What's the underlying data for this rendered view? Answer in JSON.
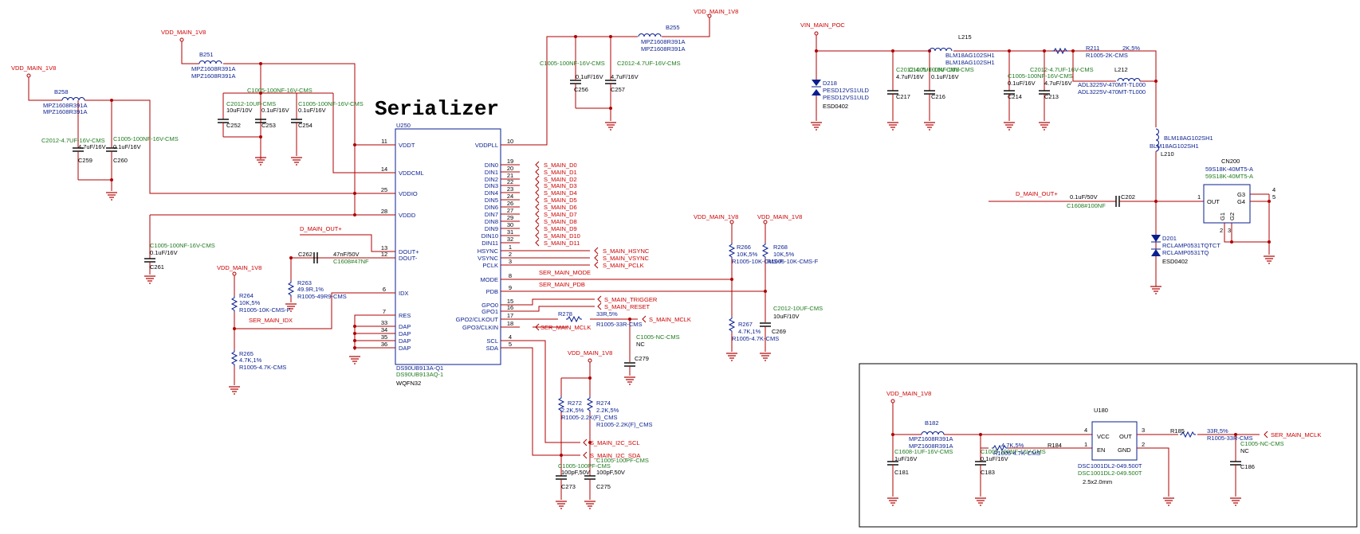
{
  "title": "Serializer",
  "power_nets": {
    "vdd_main_1v8": "VDD_MAIN_1V8",
    "vin_main_poc": "VIN_MAIN_POC"
  },
  "u250": {
    "ref": "U250",
    "part1": "DS90UB913A-Q1",
    "part2": "DS90UB913AQ-1",
    "package": "WQFN32",
    "left_pins": [
      {
        "num": "11",
        "name": "VDDT"
      },
      {
        "num": "14",
        "name": "VDDCML"
      },
      {
        "num": "25",
        "name": "VDDIO"
      },
      {
        "num": "28",
        "name": "VDDD"
      },
      {
        "num": "13",
        "name": "DOUT+"
      },
      {
        "num": "12",
        "name": "DOUT-"
      },
      {
        "num": "6",
        "name": "IDX"
      },
      {
        "num": "7",
        "name": "RES"
      },
      {
        "num": "33",
        "name": "DAP"
      },
      {
        "num": "34",
        "name": "DAP"
      },
      {
        "num": "35",
        "name": "DAP"
      },
      {
        "num": "36",
        "name": "DAP"
      }
    ],
    "right_pins": [
      {
        "num": "10",
        "name": "VDDPLL"
      },
      {
        "num": "19",
        "name": "DIN0"
      },
      {
        "num": "20",
        "name": "DIN1"
      },
      {
        "num": "21",
        "name": "DIN2"
      },
      {
        "num": "22",
        "name": "DIN3"
      },
      {
        "num": "23",
        "name": "DIN4"
      },
      {
        "num": "24",
        "name": "DIN5"
      },
      {
        "num": "26",
        "name": "DIN6"
      },
      {
        "num": "27",
        "name": "DIN7"
      },
      {
        "num": "29",
        "name": "DIN8"
      },
      {
        "num": "30",
        "name": "DIN9"
      },
      {
        "num": "31",
        "name": "DIN10"
      },
      {
        "num": "32",
        "name": "DIN11"
      },
      {
        "num": "1",
        "name": "HSYNC"
      },
      {
        "num": "2",
        "name": "VSYNC"
      },
      {
        "num": "3",
        "name": "PCLK"
      },
      {
        "num": "8",
        "name": "MODE"
      },
      {
        "num": "9",
        "name": "PDB"
      },
      {
        "num": "15",
        "name": "GPO0"
      },
      {
        "num": "16",
        "name": "GPO1"
      },
      {
        "num": "17",
        "name": "GPO2/CLKOUT"
      },
      {
        "num": "18",
        "name": "GPO3/CLKIN"
      },
      {
        "num": "4",
        "name": "SCL"
      },
      {
        "num": "5",
        "name": "SDA"
      }
    ]
  },
  "din_nets": [
    "S_MAIN_D0",
    "S_MAIN_D1",
    "S_MAIN_D2",
    "S_MAIN_D3",
    "S_MAIN_D4",
    "S_MAIN_D5",
    "S_MAIN_D6",
    "S_MAIN_D7",
    "S_MAIN_D8",
    "S_MAIN_D9",
    "S_MAIN_D10",
    "S_MAIN_D11"
  ],
  "ctrl_nets": {
    "hsync": "S_MAIN_HSYNC",
    "vsync": "S_MAIN_VSYNC",
    "pclk": "S_MAIN_PCLK",
    "mode": "SER_MAIN_MODE",
    "pdb": "SER_MAIN_PDB",
    "trigger": "S_MAIN_TRIGGER",
    "reset": "S_MAIN_RESET",
    "mclk_out": "S_MAIN_MCLK",
    "mclk_in": "SER_MAIN_MCLK",
    "scl": "S_MAIN_I2C_SCL",
    "sda": "S_MAIN_I2C_SDA",
    "dout": "D_MAIN_OUT+",
    "idx": "SER_MAIN_IDX",
    "ser_mclk_osc": "SER_MAIN_MCLK"
  },
  "components": {
    "b258": {
      "ref": "B258",
      "p1": "MPZ1608R391A",
      "p2": "MPZ1608R391A"
    },
    "b251": {
      "ref": "B251",
      "p1": "MPZ1608R391A",
      "p2": "MPZ1608R391A"
    },
    "b255": {
      "ref": "B255",
      "p1": "MPZ1608R391A",
      "p2": "MPZ1608R391A"
    },
    "c259": {
      "ref": "C259",
      "p1": "C2012-4.7UF-16V-CMS",
      "p2": "4.7uF/16V"
    },
    "c260": {
      "ref": "C260",
      "p1": "C1005-100NF-16V-CMS",
      "p2": "0.1uF/16V"
    },
    "c252": {
      "ref": "C252",
      "p1": "C2012-10UF-CMS",
      "p2": "10uF/10V"
    },
    "c253": {
      "ref": "C253",
      "p1": "C1005-100NF-16V-CMS",
      "p2": "0.1uF/16V"
    },
    "c254": {
      "ref": "C254",
      "p1": "C1005-100NF-16V-CMS",
      "p2": "0.1uF/16V"
    },
    "c256": {
      "ref": "C256",
      "p1": "C1005-100NF-16V-CMS",
      "p2": "0.1uF/16V"
    },
    "c257": {
      "ref": "C257",
      "p1": "C2012-4.7UF-16V-CMS",
      "p2": "4.7uF/16V"
    },
    "c261": {
      "ref": "C261",
      "p1": "C1005-100NF-16V-CMS",
      "p2": "0.1uF/16V"
    },
    "c262": {
      "ref": "C262",
      "p1": "47nF/50V",
      "p2": "C1608#47NF"
    },
    "r263": {
      "ref": "R263",
      "p1": "49.9R,1%",
      "p2": "R1005-49R9-CMS"
    },
    "r264": {
      "ref": "R264",
      "p1": "10K,5%",
      "p2": "R1005-10K-CMS-F"
    },
    "r265": {
      "ref": "R265",
      "p1": "4.7K,1%",
      "p2": "R1005-4.7K-CMS"
    },
    "r266": {
      "ref": "R266",
      "p1": "10K,5%",
      "p2": "R1005-10K-CMS-F"
    },
    "r268": {
      "ref": "R268",
      "p1": "10K,5%",
      "p2": "R1005-10K-CMS-F"
    },
    "r267": {
      "ref": "R267",
      "p1": "4.7K,1%",
      "p2": "R1005-4.7K-CMS"
    },
    "c269": {
      "ref": "C269",
      "p1": "C2012-10UF-CMS",
      "p2": "10uF/10V"
    },
    "r278": {
      "ref": "R278",
      "p1": "33R,5%",
      "p2": "R1005-33R-CMS"
    },
    "c279": {
      "ref": "C279",
      "p1": "C1005-NC-CMS",
      "p2": "NC"
    },
    "r272": {
      "ref": "R272",
      "p1": "2.2K,5%",
      "p2": "R1005-2.2K(F)_CMS"
    },
    "r274": {
      "ref": "R274",
      "p1": "2.2K,5%",
      "p2": "R1005-2.2K(F)_CMS"
    },
    "c273": {
      "ref": "C273",
      "p1": "C1005-100PF-CMS",
      "p2": "100pF,50V"
    },
    "c275": {
      "ref": "C275",
      "p1": "C1005-100PF-CMS",
      "p2": "100pF,50V"
    },
    "d218": {
      "ref": "D218",
      "p1": "PESD12VS1ULD",
      "p2": "PESD12VS1ULD",
      "p3": "ESD0402"
    },
    "l215": {
      "ref": "L215",
      "p1": "BLM18AG102SH1",
      "p2": "BLM18AG102SH1"
    },
    "c217": {
      "ref": "C217",
      "p1": "C2012-4.7UF-16V-CMS",
      "p2": "4.7uF/16V"
    },
    "c216": {
      "ref": "C216",
      "p1": "C1005-100NF-16V-CMS",
      "p2": "0.1uF/16V"
    },
    "c214": {
      "ref": "C214",
      "p1": "C1005-100NF-16V-CMS",
      "p2": "0.1uF/16V"
    },
    "c213": {
      "ref": "C213",
      "p1": "C2012-4.7UF-16V-CMS",
      "p2": "4.7uF/16V"
    },
    "r211": {
      "ref": "R211",
      "p1": "2K,5%",
      "p2": "R1005-2K-CMS"
    },
    "l212": {
      "ref": "L212",
      "p1": "ADL3225V-470MT-TL000",
      "p2": "ADL3225V-470MT-TL000"
    },
    "l210": {
      "ref": "L210",
      "p1": "BLM18AG102SH1",
      "p2": "BLM18AG102SH1"
    },
    "c202": {
      "ref": "C202",
      "p1": "0.1uF/50V",
      "p2": "C1608#100NF"
    },
    "d201": {
      "ref": "D201",
      "p1": "RCLAMP0531TQTCT",
      "p2": "RCLAMP0531TQ",
      "p3": "ESD0402"
    },
    "cn200": {
      "ref": "CN200",
      "p1": "59S18K-40MT5-A",
      "p2": "59S18K-40MT5-A",
      "out": "OUT",
      "g3": "G3",
      "g4": "G4",
      "g1": "G1",
      "g2": "G2"
    },
    "u180": {
      "ref": "U180",
      "p1": "DSC1001DL2-049.500T",
      "p2": "DSC1001DL2-049.500T",
      "p3": "2.5x2.0mm",
      "vcc": "VCC",
      "en": "EN",
      "out": "OUT",
      "gnd": "GND"
    },
    "b182": {
      "ref": "B182",
      "p1": "MPZ1608R391A",
      "p2": "MPZ1608R391A"
    },
    "c181": {
      "ref": "C181",
      "p1": "C1608-1UF-16V-CMS",
      "p2": "1uF/16V"
    },
    "c183": {
      "ref": "C183",
      "p1": "C1005-100NF-16V-CMS",
      "p2": "0.1uF/16V"
    },
    "r184": {
      "ref": "R184",
      "p1": "4.7K,5%",
      "p2": "R1005-4.7K-CMS"
    },
    "r185": {
      "ref": "R185",
      "p1": "33R,5%",
      "p2": "R1005-33R-CMS"
    },
    "c186": {
      "ref": "C186",
      "p1": "C1005-NC-CMS",
      "p2": "NC"
    }
  },
  "pin_numbers": {
    "cn_out": "1",
    "cn_g3": "4",
    "cn_g4": "5",
    "cn_g1": "2",
    "cn_g2": "3",
    "u180_vcc": "4",
    "u180_en": "1",
    "u180_out": "3",
    "u180_gnd": "2"
  }
}
